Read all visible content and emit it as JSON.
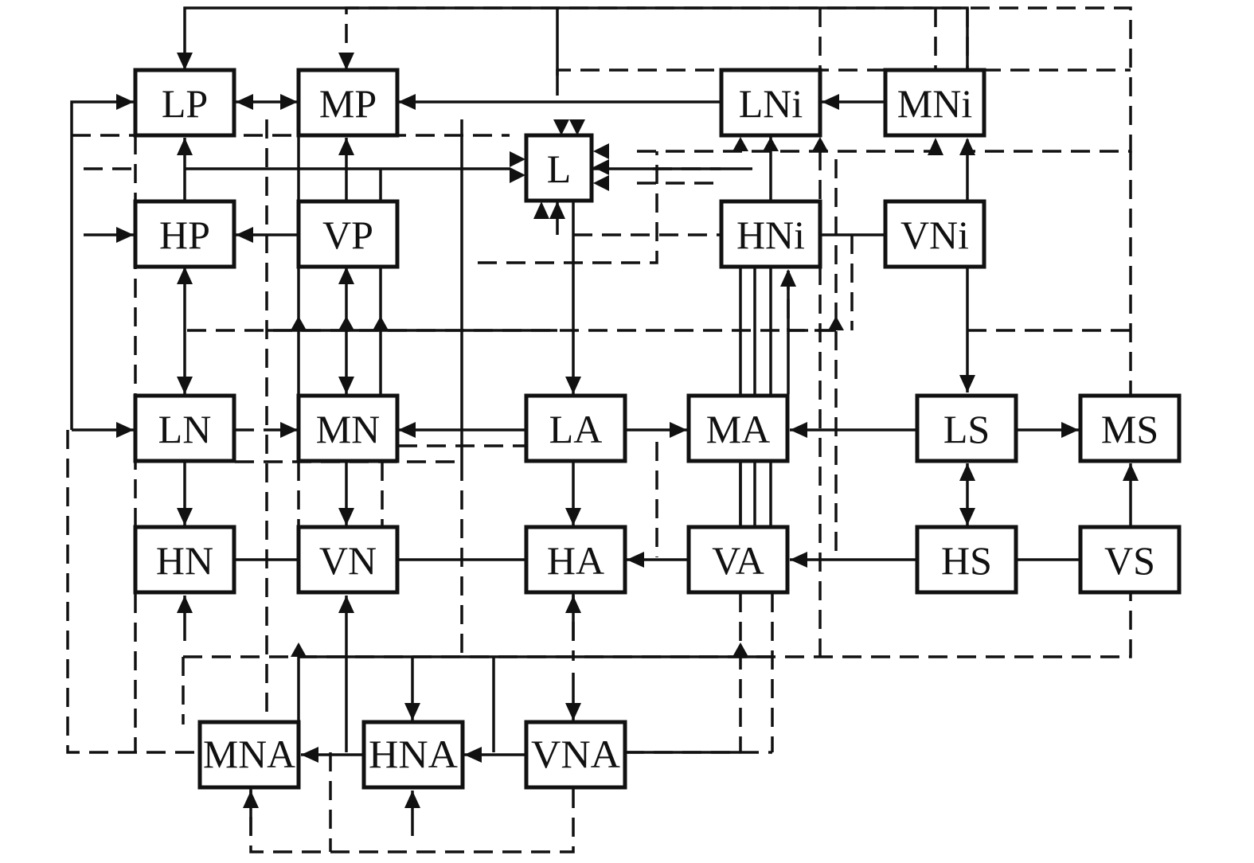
{
  "diagram": {
    "nodes": [
      {
        "id": "LP",
        "label": "LP"
      },
      {
        "id": "MP",
        "label": "MP"
      },
      {
        "id": "LNi",
        "label": "LNi"
      },
      {
        "id": "MNi",
        "label": "MNi"
      },
      {
        "id": "L",
        "label": "L"
      },
      {
        "id": "HP",
        "label": "HP"
      },
      {
        "id": "VP",
        "label": "VP"
      },
      {
        "id": "HNi",
        "label": "HNi"
      },
      {
        "id": "VNi",
        "label": "VNi"
      },
      {
        "id": "LN",
        "label": "LN"
      },
      {
        "id": "MN",
        "label": "MN"
      },
      {
        "id": "LA",
        "label": "LA"
      },
      {
        "id": "MA",
        "label": "MA"
      },
      {
        "id": "LS",
        "label": "LS"
      },
      {
        "id": "MS",
        "label": "MS"
      },
      {
        "id": "HN",
        "label": "HN"
      },
      {
        "id": "VN",
        "label": "VN"
      },
      {
        "id": "HA",
        "label": "HA"
      },
      {
        "id": "VA",
        "label": "VA"
      },
      {
        "id": "HS",
        "label": "HS"
      },
      {
        "id": "VS",
        "label": "VS"
      },
      {
        "id": "MNA",
        "label": "MNA"
      },
      {
        "id": "HNA",
        "label": "HNA"
      },
      {
        "id": "VNA",
        "label": "VNA"
      }
    ]
  },
  "colors": {
    "line": "#111111",
    "background": "#ffffff"
  }
}
